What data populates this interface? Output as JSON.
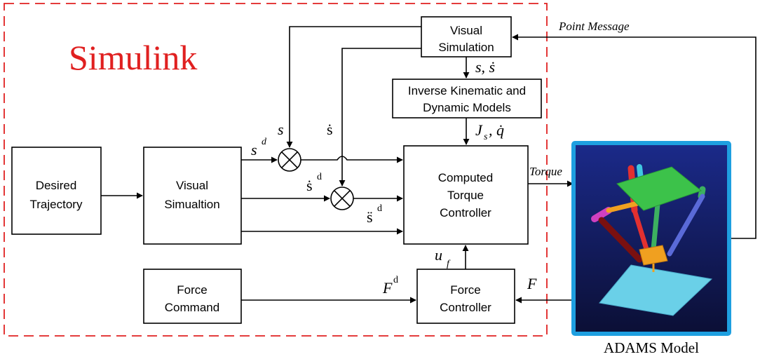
{
  "colors": {
    "simulink_frame": "#e02020",
    "simulink_label": "#e02020",
    "adams_frame": "#1e9fe0",
    "adams_bg_top": "#1b2a8a",
    "adams_bg_bottom": "#0b0f35",
    "platform": "#6ad0e8",
    "top_plate": "#3cc24a",
    "arm_red": "#e23030",
    "arm_blue": "#5a6ad8",
    "arm_green": "#3cb060",
    "arm_orange": "#f0a020",
    "arm_magenta": "#d040c0",
    "arm_cyan": "#40c8e0",
    "arm_darkred": "#7a1010"
  },
  "simulink_label": "Simulink",
  "blocks": {
    "desired_trajectory": [
      "Desired",
      "Trajectory"
    ],
    "visual_simualtion": [
      "Visual",
      "Simualtion"
    ],
    "visual_simulation": [
      "Visual",
      "Simulation"
    ],
    "inverse_models": [
      "Inverse Kinematic and",
      "Dynamic Models"
    ],
    "computed_torque": [
      "Computed",
      "Torque",
      "Controller"
    ],
    "force_command": [
      "Force",
      "Command"
    ],
    "force_controller": [
      "Force",
      "Controller"
    ]
  },
  "signals": {
    "s": "s",
    "s_dot": "ṡ",
    "s_sd": "s",
    "s_sd_sup": "d",
    "s_dot_d": "ṡ",
    "s_dot_d_sup": "d",
    "s_ddot_d": "s̈",
    "s_ddot_d_sup": "d",
    "s_sdot_out": "s, ṡ",
    "js_q": "J",
    "js_sub": "s",
    "js_q_rest": ", q̇",
    "u_f": "u",
    "u_f_sub": "f",
    "F_d": "F",
    "F_d_sup": "d",
    "F": "F"
  },
  "labels": {
    "point_message": "Point Message",
    "torque": "Torque",
    "adams_caption": "ADAMS Model"
  },
  "icons": {
    "summing_junction": "circle-cross-icon",
    "arrowhead": "arrowhead-icon"
  }
}
